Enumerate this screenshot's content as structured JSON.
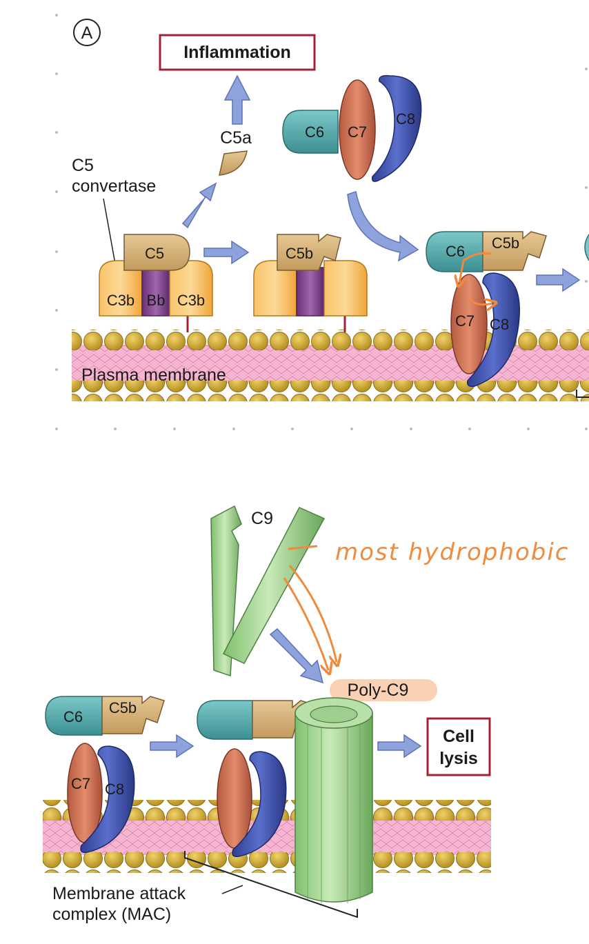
{
  "panel_label": "A",
  "top": {
    "inflammation_box": "Inflammation",
    "c5a": "C5a",
    "c5_convertase": [
      "C5",
      "convertase"
    ],
    "c5": "C5",
    "c3b_left": "C3b",
    "bb": "Bb",
    "c3b_right": "C3b",
    "c5b_middle": "C5b",
    "c6": "C6",
    "c7": "C7",
    "c8": "C8",
    "c6_complex": "C6",
    "c5b_complex": "C5b",
    "c7_complex": "C7",
    "c8_complex": "C8",
    "plasma_membrane": "Plasma membrane"
  },
  "bottom": {
    "c9": "C9",
    "annotation": "most hydrophobic",
    "poly_c9": "Poly-C9",
    "c6_left": "C6",
    "c5b_left": "C5b",
    "c7_left": "C7",
    "c8_left": "C8",
    "cell_lysis": [
      "Cell",
      "lysis"
    ],
    "mac_label": [
      "Membrane attack",
      "complex (MAC)"
    ]
  },
  "colors": {
    "membrane_head": "#c9a227",
    "membrane_tail": "#f2a9c8",
    "c5_tan": "#d6b27c",
    "c3b_orange": "#f6b24a",
    "bb_purple": "#7b3f86",
    "c6_teal": "#4fa9aa",
    "c7_red": "#c86a4e",
    "c8_blue": "#3a4fa6",
    "c9_green": "#9cd28a",
    "arrow_blue": "#8ea2dc",
    "box_border": "#a51f35",
    "annotation_orange": "#f08a3c"
  }
}
